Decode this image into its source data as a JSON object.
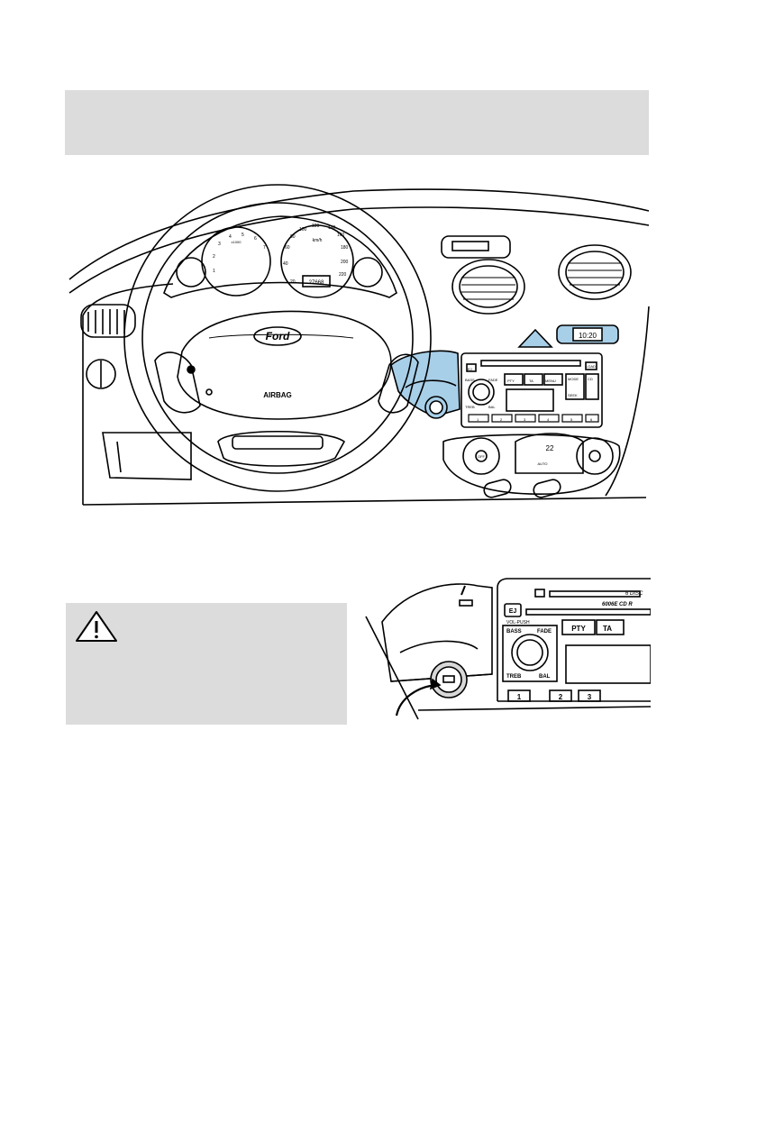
{
  "dashboard": {
    "logo": "Ford",
    "airbag_label": "AIRBAG",
    "speedo_ticks": [
      "20",
      "40",
      "60",
      "80",
      "100",
      "120",
      "140",
      "160",
      "180",
      "200",
      "220"
    ],
    "speed_unit": "km/h",
    "tacho_ticks": [
      "1",
      "2",
      "3",
      "4",
      "5",
      "6",
      "7"
    ],
    "tacho_unit": "x1000",
    "odometer": "27668",
    "clock_display": "10:20",
    "temp_display": "22",
    "climate_auto": "AUTO",
    "climate_off": "OFF",
    "radio": {
      "ej": "EJ",
      "load": "LOAD",
      "pty": "PTY",
      "ta": "TA",
      "menu": "MENU",
      "bass": "BASS",
      "fade": "FADE",
      "treb": "TREB",
      "bal": "BAL",
      "mode": "MODE",
      "cd": "CD",
      "seek": "SEEK",
      "presets": [
        "1",
        "2",
        "3",
        "4",
        "5",
        "6"
      ]
    },
    "colors": {
      "highlight": "#a8cfe8",
      "line": "#000000",
      "band": "#dcdcdc"
    }
  },
  "detail": {
    "disc_label": "6 DISC",
    "model_label": "6006E CD R",
    "ej": "EJ",
    "volpush": "VOL-PUSH",
    "bass": "BASS",
    "fade": "FADE",
    "treb": "TREB",
    "bal": "BAL",
    "pty": "PTY",
    "ta": "TA",
    "presets": [
      "1",
      "2",
      "3"
    ]
  },
  "warning": {
    "icon": "warning-triangle-icon",
    "text": ""
  }
}
